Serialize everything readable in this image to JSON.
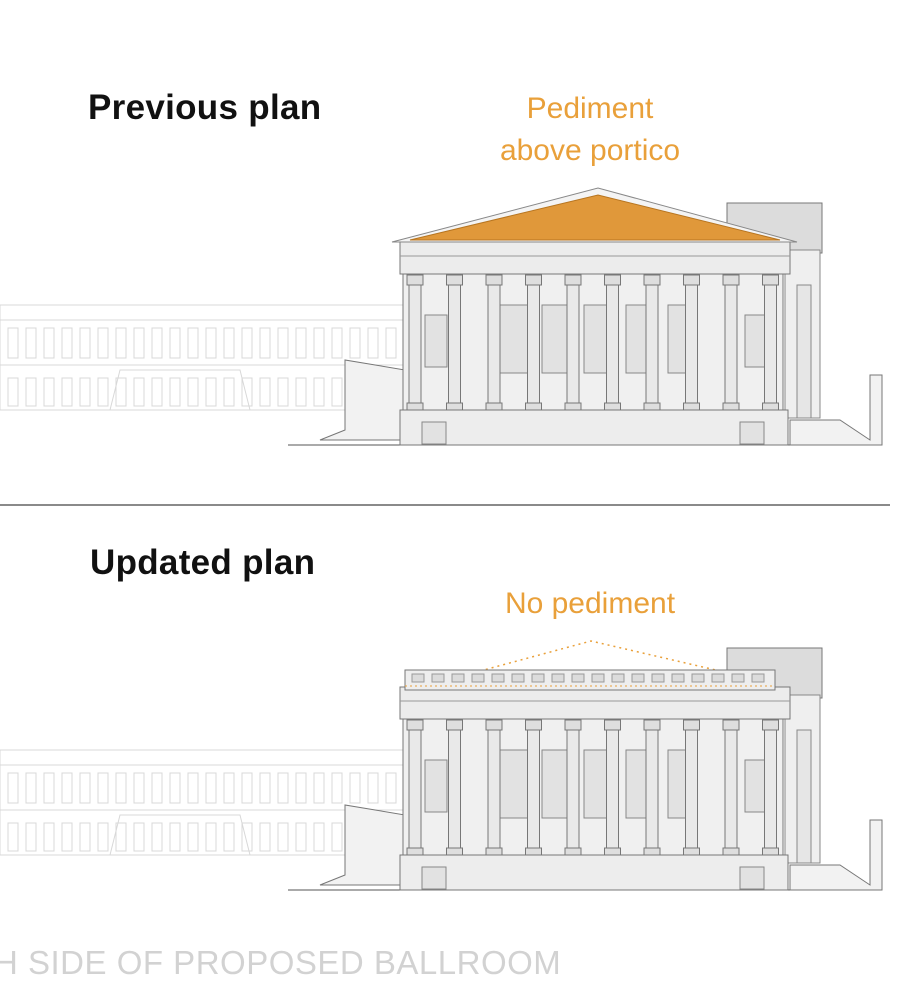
{
  "panels": [
    {
      "title": "Previous plan",
      "note_lines": [
        "Pediment",
        "above portico"
      ],
      "pediment": true
    },
    {
      "title": "Updated plan",
      "note_lines": [
        "No pediment"
      ],
      "pediment": false
    }
  ],
  "caption": "H SIDE OF PROPOSED BALLROOM",
  "colors": {
    "accent": "#e9a03a",
    "pediment_fill": "#e0983a",
    "line": "#8a8a8a",
    "faded": "#d8d8d8"
  }
}
